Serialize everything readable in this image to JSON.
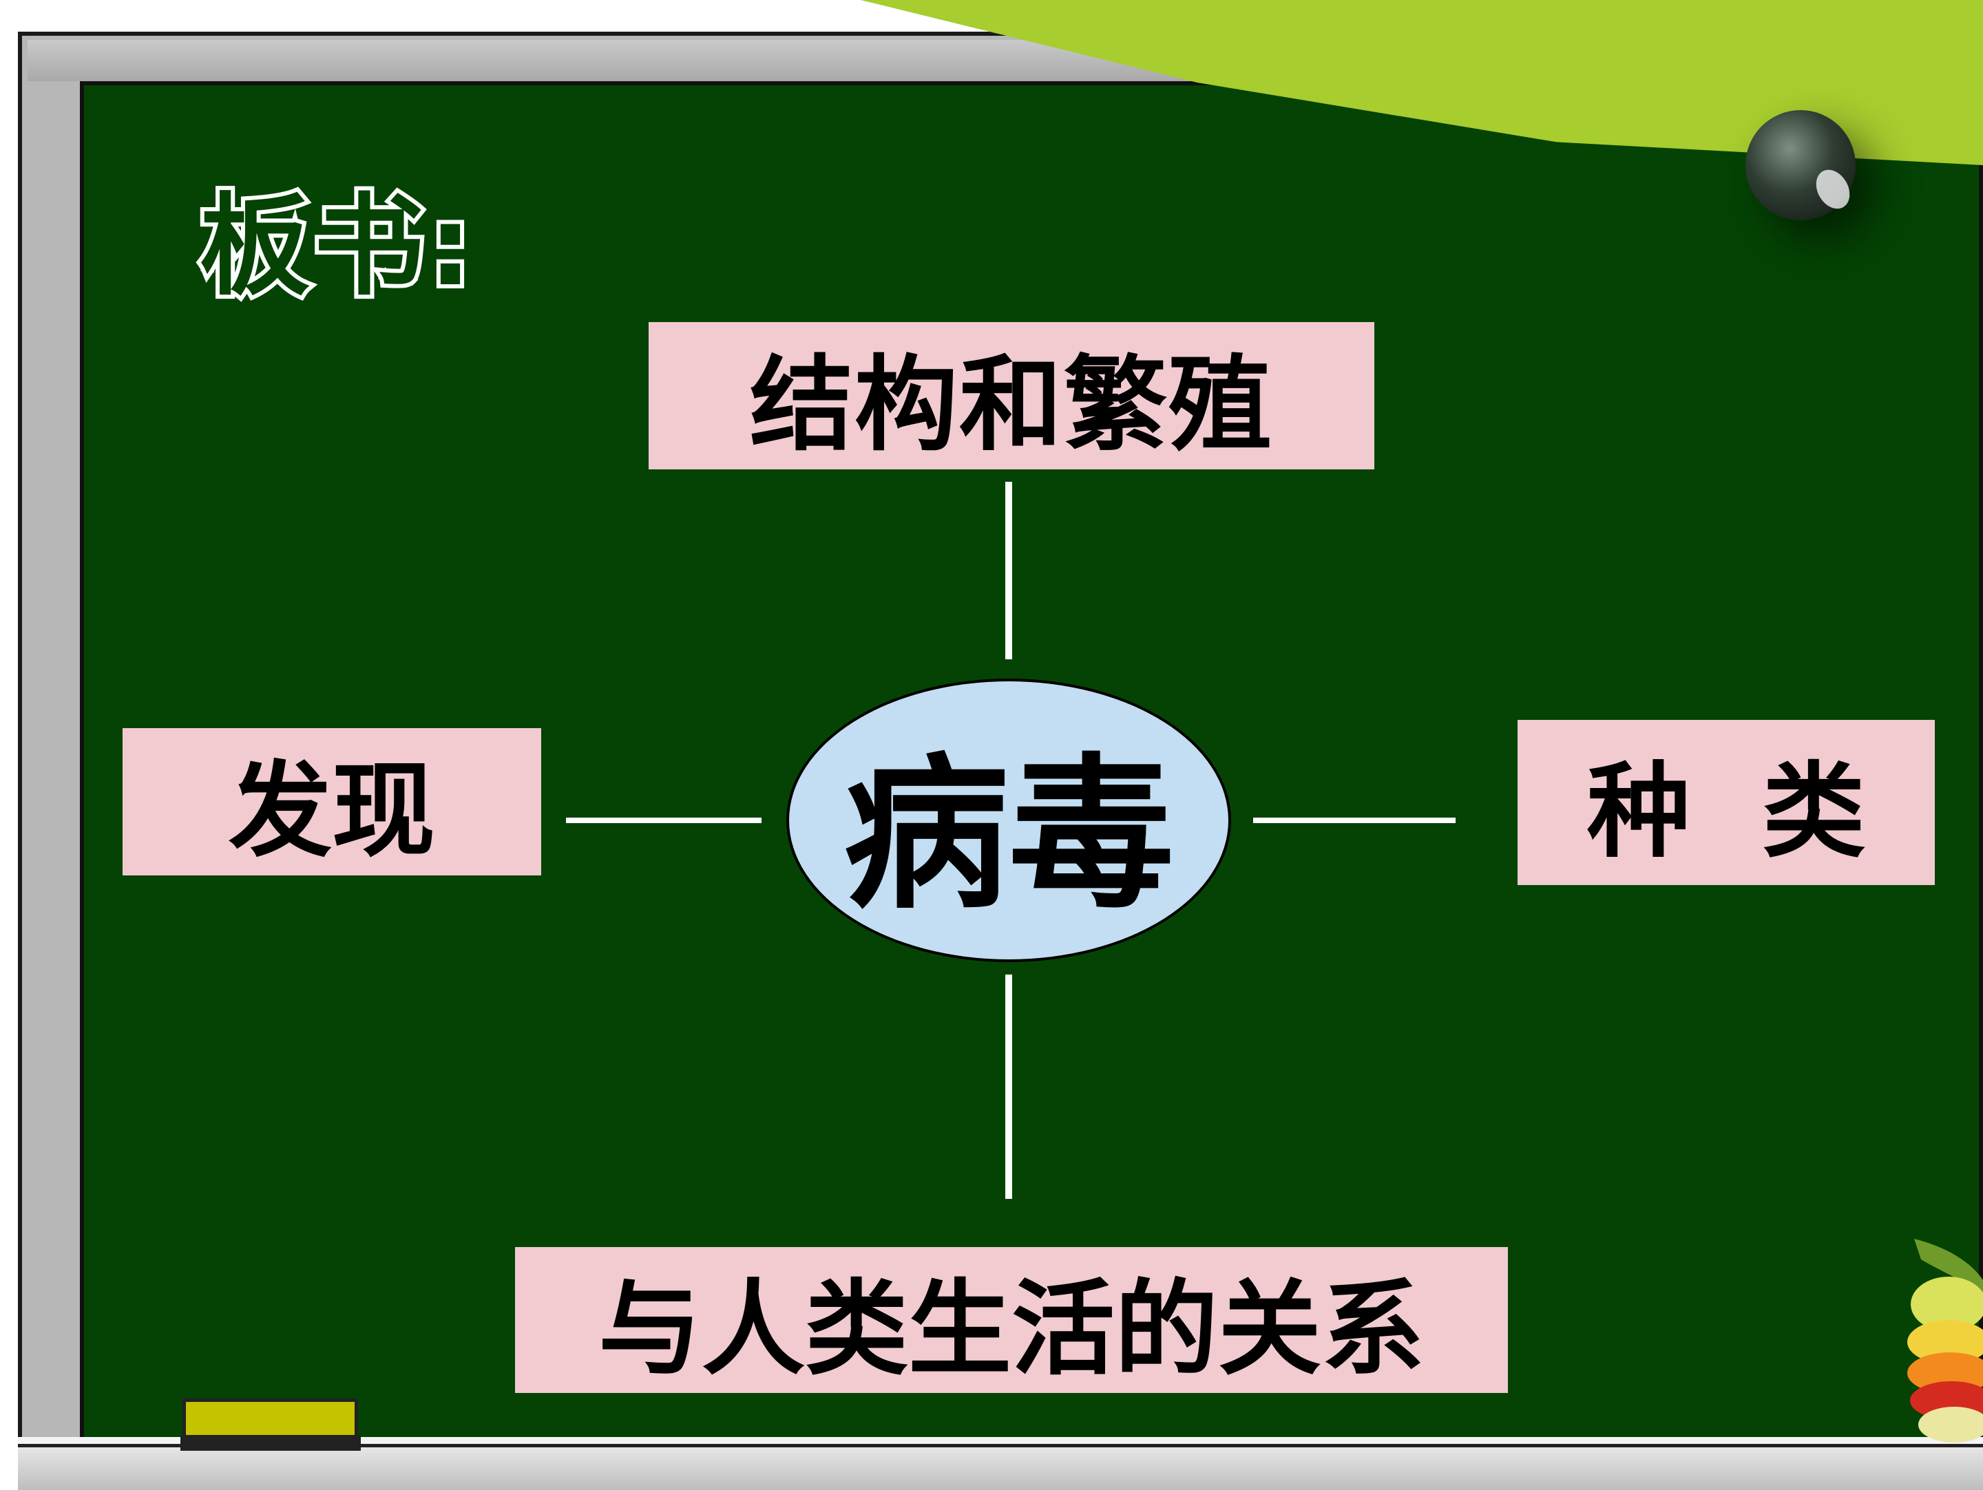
{
  "title": "板书:",
  "center": "病毒",
  "branches": {
    "top": "结构和繁殖",
    "left": "发现",
    "right": "种  类",
    "bottom": "与人类生活的关系"
  },
  "colors": {
    "board": "#044304",
    "box_fill": "#f1cbd0",
    "ellipse_fill": "#c3def2",
    "banner": "#a7cd2e",
    "connector": "#ffffff"
  },
  "decorations": [
    "glass-bead-icon",
    "eraser-icon",
    "fruit-slices-icon"
  ]
}
